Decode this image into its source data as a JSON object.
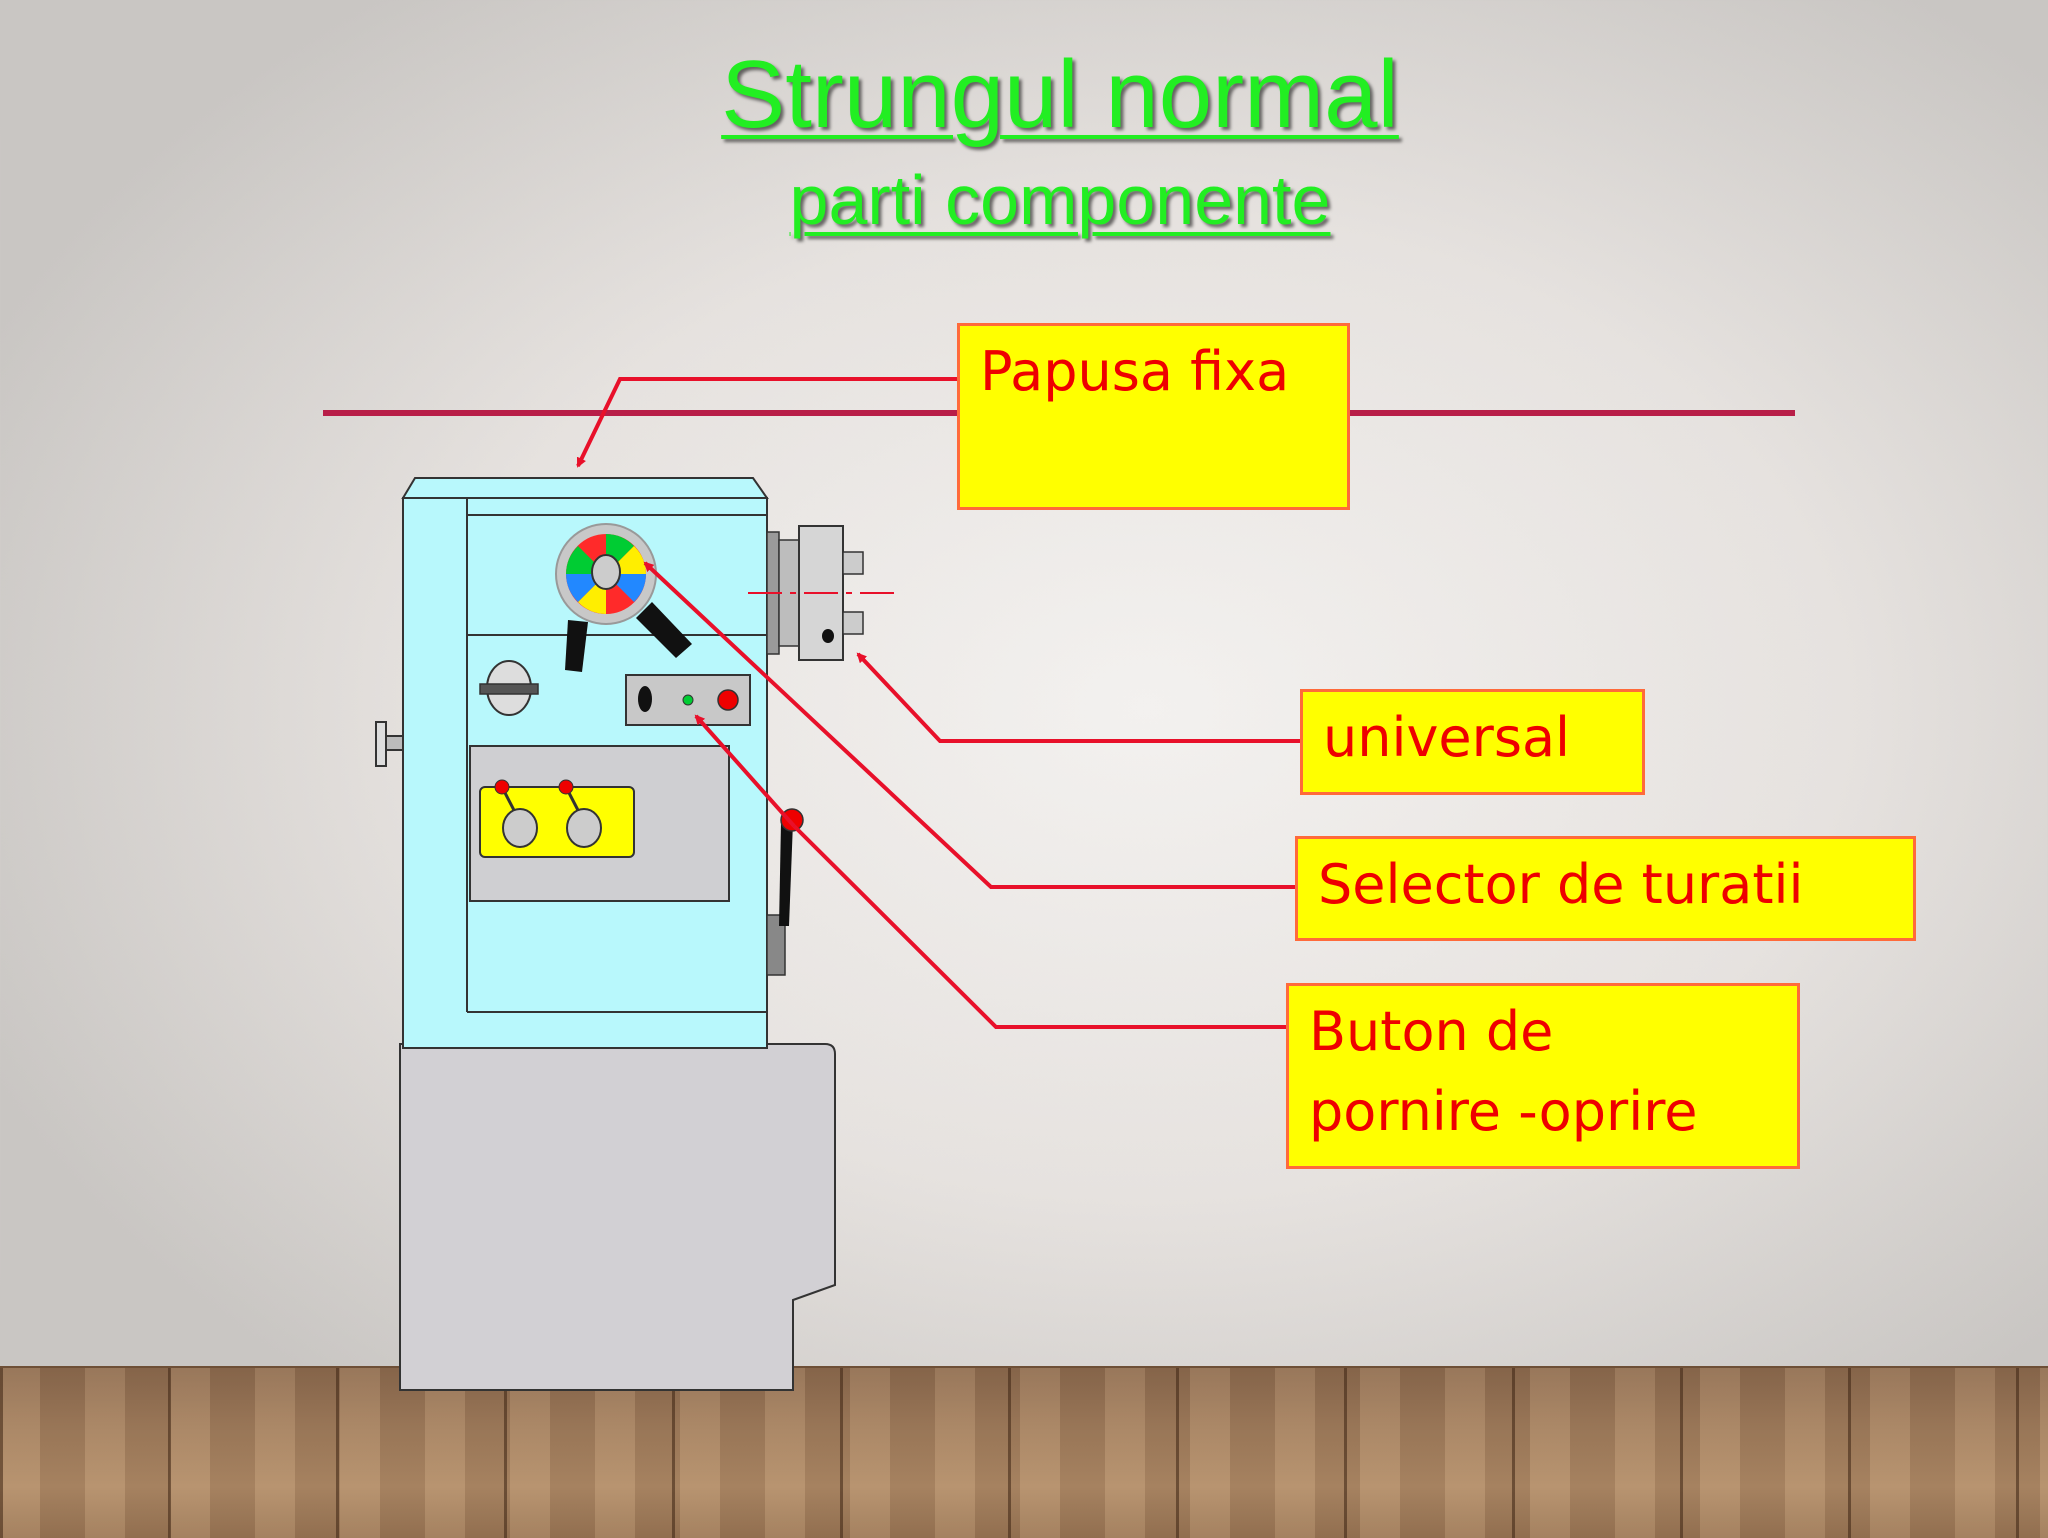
{
  "title": "Strungul normal",
  "subtitle": "parti componente",
  "labels": {
    "papusa_fixa": "Papusa fixa",
    "universal": "universal",
    "selector": "Selector de turatii",
    "buton": "Buton de\npornire -oprire"
  },
  "colors": {
    "title": "#22ee22",
    "label_bg": "#ffff00",
    "label_text": "#ee0000",
    "label_border": "#ff6a3a",
    "leader": "#e8102a",
    "axis_line": "#b81e48",
    "machine_body": "#b8f8fc",
    "machine_base": "#d2d0d4"
  }
}
